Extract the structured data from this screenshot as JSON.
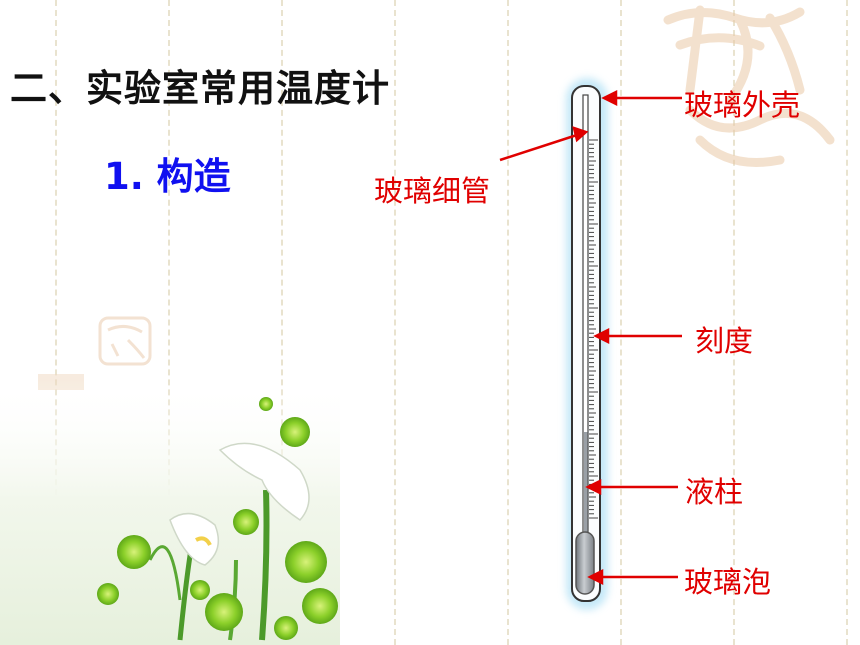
{
  "slide": {
    "title": "二、实验室常用温度计",
    "subtitle": "1. 构造"
  },
  "callouts": {
    "outer_shell": "玻璃外壳",
    "capillary": "玻璃细管",
    "scale": "刻度",
    "liquid_column": "液柱",
    "bulb": "玻璃泡"
  },
  "colors": {
    "title": "#111111",
    "subtitle": "#1010f0",
    "callout": "#e00000",
    "glow": "#bfe6f7",
    "liquid": "#9aa0a6"
  },
  "decorations": [
    "calligraphy-seal",
    "calla-lily-photo"
  ]
}
